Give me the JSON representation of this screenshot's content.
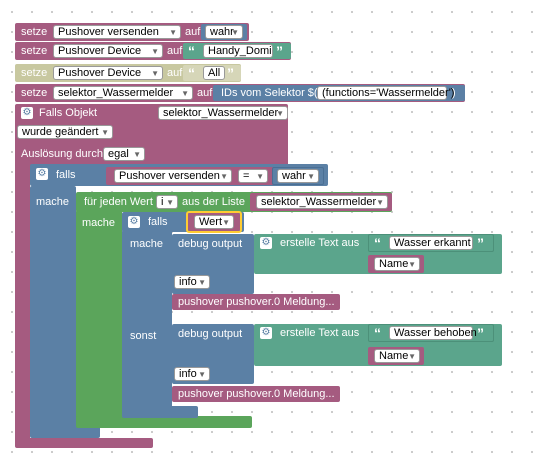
{
  "blocks": {
    "set1": {
      "kw": "setze",
      "var": "Pushover versenden",
      "auf": "auf",
      "value": "wahr"
    },
    "set2": {
      "kw": "setze",
      "var": "Pushover Device",
      "auf": "auf",
      "value": "Handy_Domi"
    },
    "set3": {
      "kw": "setze",
      "var": "Pushover Device",
      "auf": "auf",
      "value": "All"
    },
    "set4": {
      "kw": "setze",
      "var": "selektor_Wassermelder",
      "auf": "auf",
      "ids_label": "IDs vom Selektor $(",
      "selector_value": "(functions='Wassermelder')",
      "close": ")"
    },
    "trigger": {
      "title": "Falls Objekt",
      "object": "selektor_Wassermelder",
      "changed": "wurde geändert",
      "by_label": "Auslösung durch",
      "by_value": "egal"
    },
    "if1": {
      "falls": "falls",
      "var": "Pushover versenden",
      "op": "=",
      "value": "wahr",
      "mache": "mache"
    },
    "loop": {
      "label": "für jeden Wert",
      "var": "i",
      "list_label": "aus der Liste",
      "list": "selektor_Wassermelder",
      "mache": "mache"
    },
    "if2": {
      "falls": "falls",
      "var": "Wert",
      "mache": "mache",
      "sonst": "sonst"
    },
    "debug1": {
      "label": "debug output",
      "text_label": "erstelle Text aus",
      "text": "Wasser erkannt",
      "name": "Name",
      "level": "info",
      "push": "pushover pushover.0 Meldung..."
    },
    "debug2": {
      "label": "debug output",
      "text_label": "erstelle Text aus",
      "text": "Wasser behoben",
      "name": "Name",
      "level": "info",
      "push": "pushover pushover.0 Meldung..."
    }
  },
  "icons": {
    "gear": "gear-icon",
    "dropdown": "dropdown-arrow-icon"
  },
  "colors": {
    "variables": "#a55b80",
    "logic": "#5b80a5",
    "loops": "#5ba55b",
    "text": "#5ba58c",
    "disabled": "#c8c8a0",
    "highlight": "#ffcc33"
  }
}
